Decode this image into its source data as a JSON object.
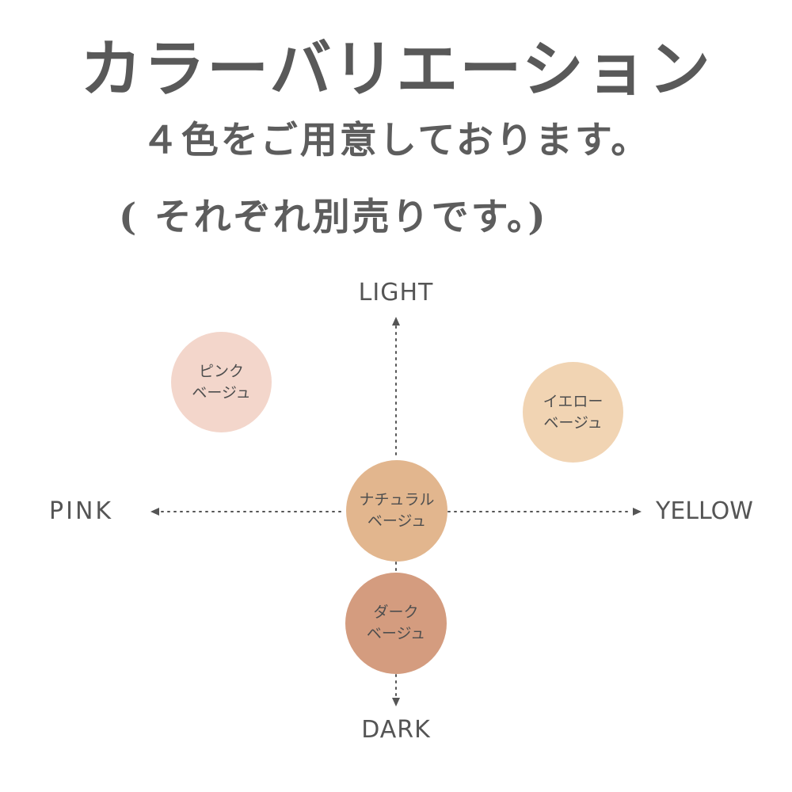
{
  "heading": {
    "title": "カラーバリエーション",
    "subtitle": "４色をご用意しております。",
    "note": "( それぞれ別売りです。)"
  },
  "axes": {
    "top": "LIGHT",
    "bottom": "DARK",
    "left": "PINK",
    "right": "YELLOW"
  },
  "colors": {
    "axis": "#555555",
    "pink_beige": "#f3d6cb",
    "yellow_beige": "#f1d4b3",
    "natural_beige": "#e2b68e",
    "dark_beige": "#d49c7f"
  },
  "swatches": [
    {
      "line1": "ピンク",
      "line2": "ベージュ"
    },
    {
      "line1": "イエロー",
      "line2": "ベージュ"
    },
    {
      "line1": "ナチュラル",
      "line2": "ベージュ"
    },
    {
      "line1": "ダーク",
      "line2": "ベージュ"
    }
  ]
}
